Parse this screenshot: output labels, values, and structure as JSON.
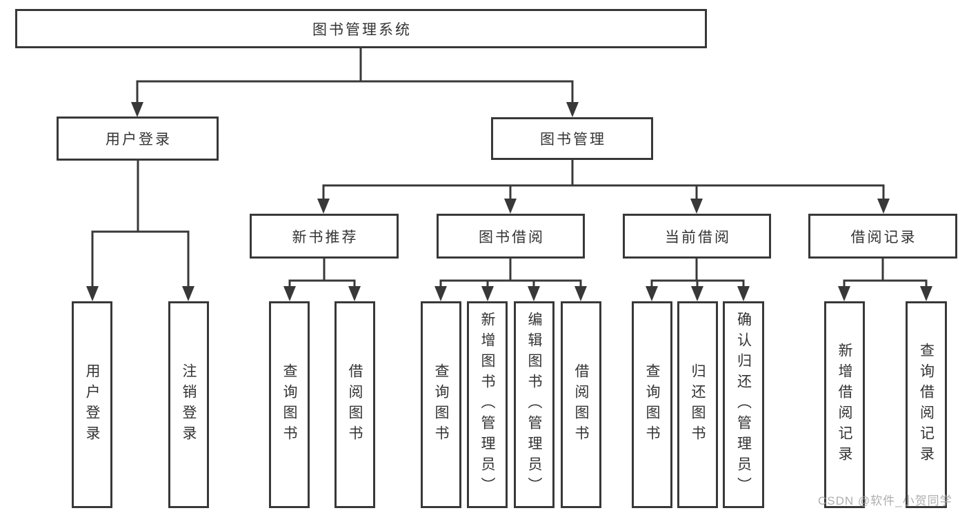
{
  "diagram": {
    "root": {
      "label": "图书管理系统"
    },
    "branches": [
      {
        "label": "用户登录",
        "children": [
          {
            "label": "用户登录"
          },
          {
            "label": "注销登录"
          }
        ]
      },
      {
        "label": "图书管理",
        "groups": [
          {
            "label": "新书推荐",
            "children": [
              {
                "label": "查询图书"
              },
              {
                "label": "借阅图书"
              }
            ]
          },
          {
            "label": "图书借阅",
            "children": [
              {
                "label": "查询图书"
              },
              {
                "label": "新增图书（管理员）"
              },
              {
                "label": "编辑图书（管理员）"
              },
              {
                "label": "借阅图书"
              }
            ]
          },
          {
            "label": "当前借阅",
            "children": [
              {
                "label": "查询图书"
              },
              {
                "label": "归还图书"
              },
              {
                "label": "确认归还（管理员）"
              }
            ]
          },
          {
            "label": "借阅记录",
            "children": [
              {
                "label": "新增借阅记录"
              },
              {
                "label": "查询借阅记录"
              }
            ]
          }
        ]
      }
    ]
  },
  "watermark": {
    "text": "CSDN @软件_小贺同学"
  },
  "colors": {
    "line": "#383838",
    "text": "#333333",
    "box_background": "#ffffff",
    "watermark": "#a5a5a5"
  }
}
